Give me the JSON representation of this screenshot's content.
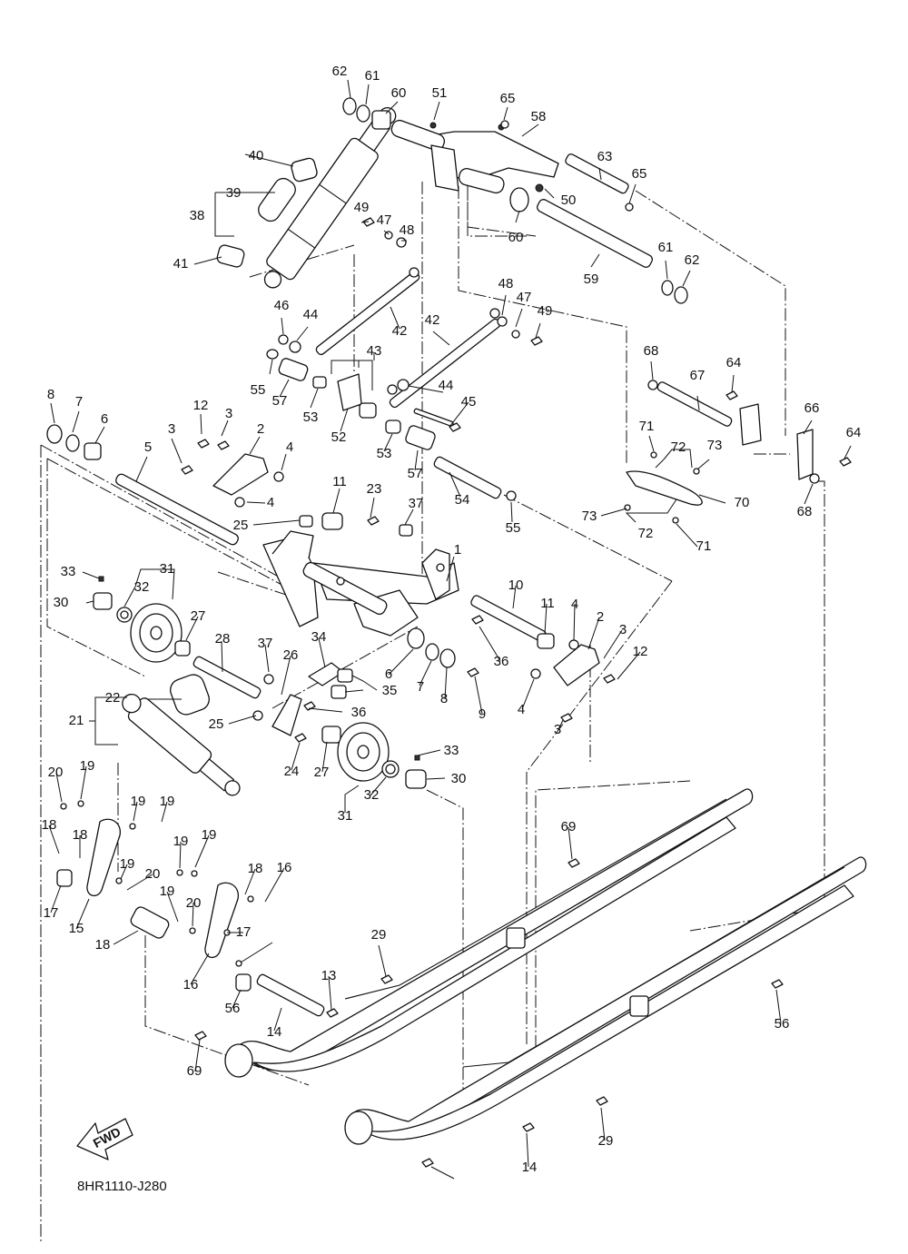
{
  "diagram": {
    "code": "8HR1110-J280",
    "fwd_label": "FWD",
    "callouts": [
      "62",
      "61",
      "60",
      "51",
      "65",
      "58",
      "40",
      "39",
      "38",
      "41",
      "63",
      "65",
      "50",
      "60",
      "49",
      "47",
      "48",
      "59",
      "61",
      "62",
      "46",
      "44",
      "42",
      "42",
      "48",
      "47",
      "49",
      "55",
      "57",
      "43",
      "53",
      "52",
      "44",
      "45",
      "53",
      "57",
      "54",
      "55",
      "68",
      "67",
      "64",
      "66",
      "64",
      "68",
      "71",
      "72",
      "73",
      "70",
      "73",
      "72",
      "71",
      "8",
      "7",
      "6",
      "5",
      "12",
      "3",
      "2",
      "4",
      "3",
      "4",
      "11",
      "23",
      "37",
      "25",
      "1",
      "33",
      "31",
      "32",
      "30",
      "27",
      "28",
      "37",
      "26",
      "34",
      "35",
      "10",
      "11",
      "4",
      "2",
      "3",
      "36",
      "6",
      "7",
      "8",
      "9",
      "12",
      "4",
      "3",
      "22",
      "21",
      "25",
      "36",
      "24",
      "27",
      "33",
      "30",
      "31",
      "32",
      "20",
      "19",
      "19",
      "18",
      "18",
      "19",
      "20",
      "19",
      "19",
      "18",
      "16",
      "17",
      "15",
      "18",
      "19",
      "20",
      "19",
      "17",
      "16",
      "56",
      "29",
      "13",
      "14",
      "69",
      "69",
      "56",
      "29",
      "14"
    ]
  }
}
